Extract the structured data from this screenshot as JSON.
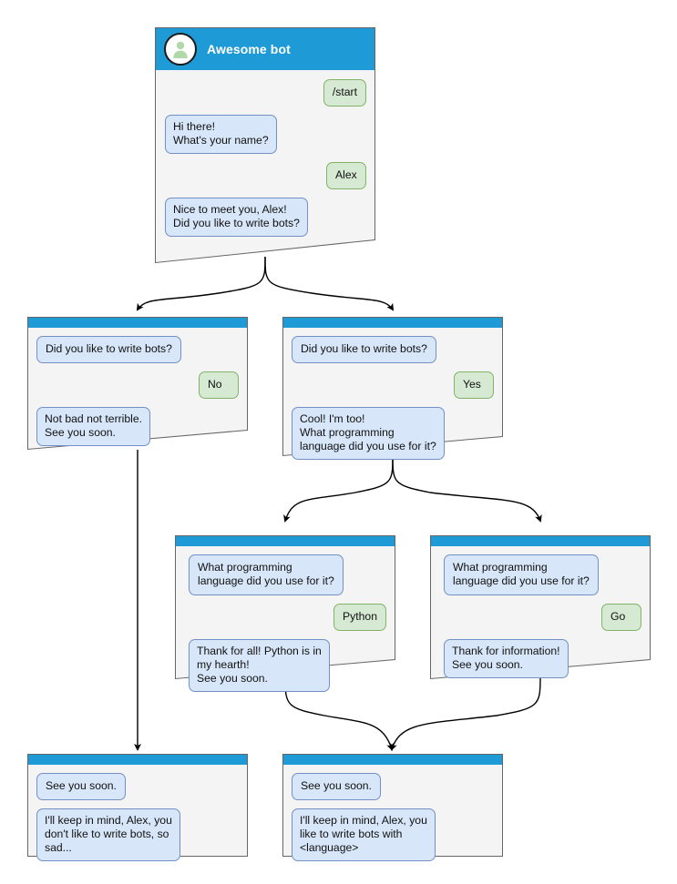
{
  "colors": {
    "header_blue": "#1e9ad6",
    "node_fill": "#f4f4f4",
    "node_stroke": "#666666",
    "bot_bubble_fill": "#d7e6f8",
    "bot_bubble_stroke": "#7290c4",
    "user_bubble_fill": "#d6e9d3",
    "user_bubble_stroke": "#82b366",
    "edge_stroke": "#000000",
    "avatar_person": "#b0d8a8",
    "page_background": "#ffffff"
  },
  "root": {
    "title": "Awesome bot",
    "avatar_icon": "person-avatar-icon",
    "messages": [
      {
        "side": "user",
        "text": "/start"
      },
      {
        "side": "bot",
        "text": "Hi there!\nWhat's your name?"
      },
      {
        "side": "user",
        "text": "Alex"
      },
      {
        "side": "bot",
        "text": "Nice to meet you, Alex!\nDid you like to write bots?"
      }
    ]
  },
  "nodes": [
    {
      "id": "no-branch",
      "messages": [
        {
          "side": "bot",
          "text": "Did you like to write bots?"
        },
        {
          "side": "user",
          "text": "No"
        },
        {
          "side": "bot",
          "text": "Not bad not terrible.\nSee you soon."
        }
      ]
    },
    {
      "id": "yes-branch",
      "messages": [
        {
          "side": "bot",
          "text": "Did you like to write bots?"
        },
        {
          "side": "user",
          "text": "Yes"
        },
        {
          "side": "bot",
          "text": "Cool! I'm too!\nWhat programming\nlanguage did you use for it?"
        }
      ]
    },
    {
      "id": "python-branch",
      "messages": [
        {
          "side": "bot",
          "text": "What programming\nlanguage did you use for it?"
        },
        {
          "side": "user",
          "text": "Python"
        },
        {
          "side": "bot",
          "text": "Thank for all! Python is in\nmy hearth!\nSee you soon."
        }
      ]
    },
    {
      "id": "go-branch",
      "messages": [
        {
          "side": "bot",
          "text": "What programming\nlanguage did you use for it?"
        },
        {
          "side": "user",
          "text": "Go"
        },
        {
          "side": "bot",
          "text": "Thank for information!\nSee you soon."
        }
      ]
    },
    {
      "id": "end-sad",
      "messages": [
        {
          "side": "bot",
          "text": "See you soon."
        },
        {
          "side": "bot",
          "text": "I'll keep in mind, Alex, you\ndon't like to write bots, so\nsad..."
        }
      ]
    },
    {
      "id": "end-happy",
      "messages": [
        {
          "side": "bot",
          "text": "See you soon."
        },
        {
          "side": "bot",
          "text": "I'll keep in mind, Alex, you\nlike to write bots with\n<language>"
        }
      ]
    }
  ]
}
